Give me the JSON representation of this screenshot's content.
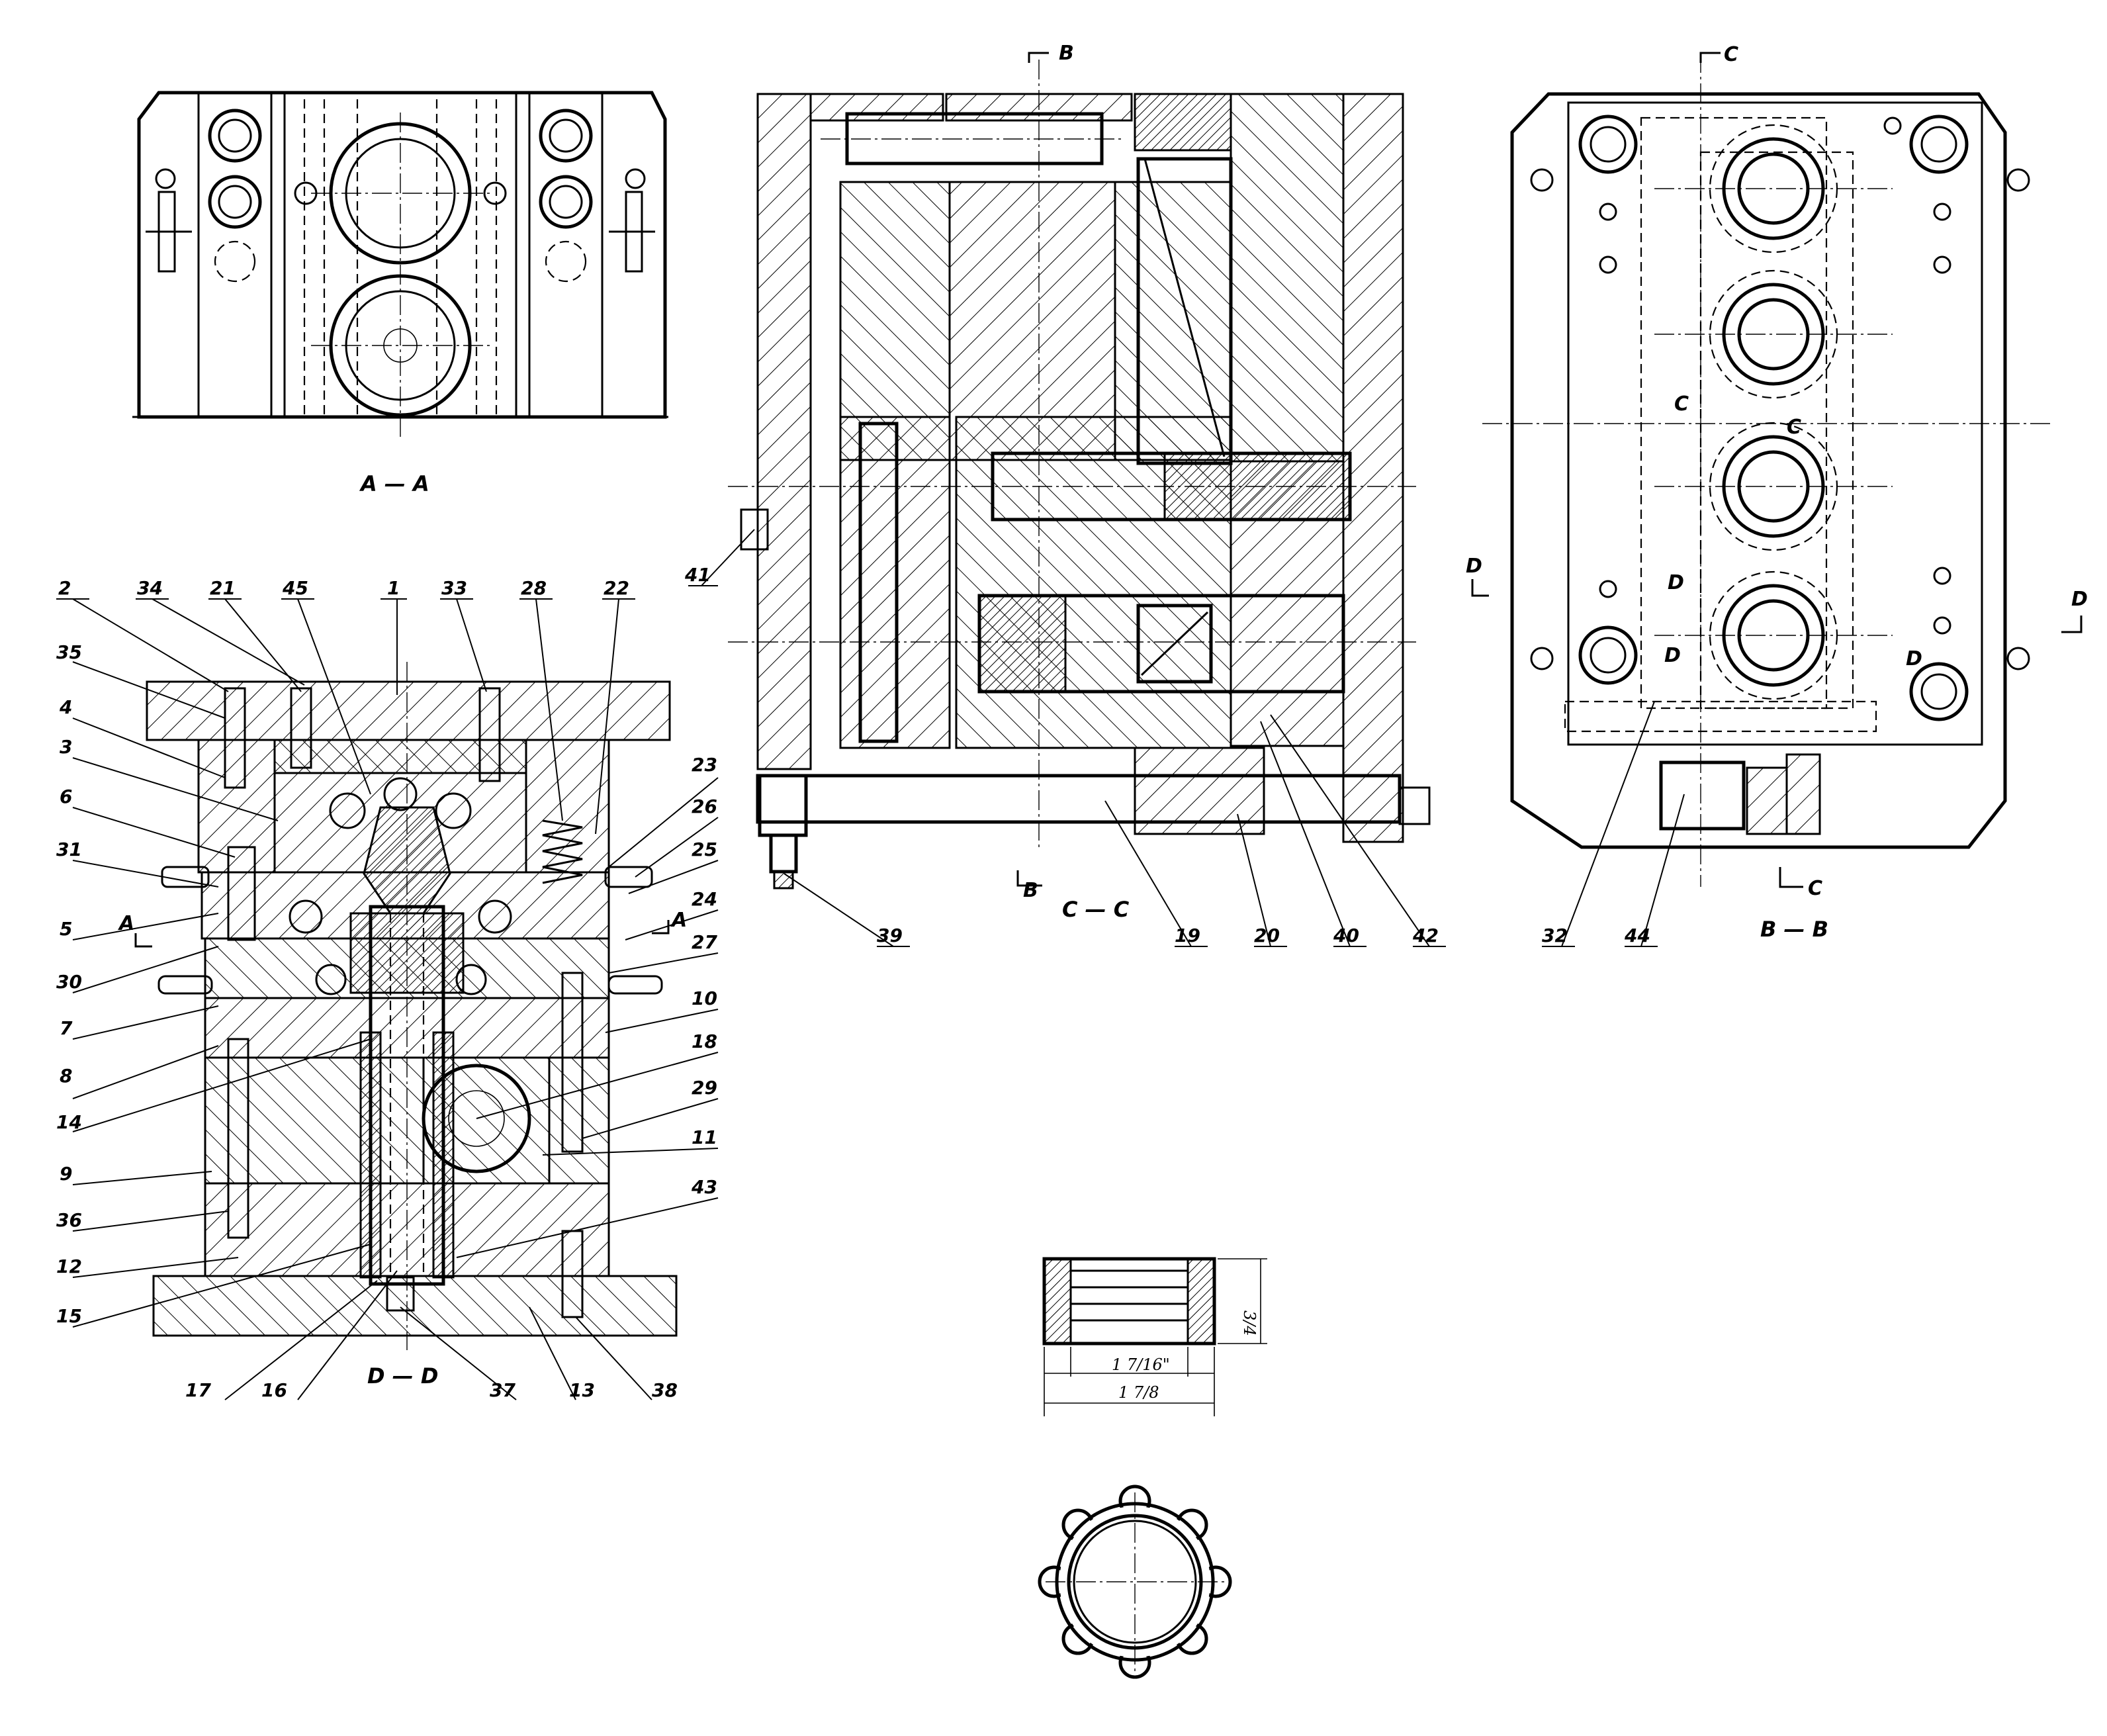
{
  "views": {
    "aa": "A — A",
    "dd": "D — D",
    "cc": "C — C",
    "bb": "B — B"
  },
  "callouts_dd": [
    {
      "n": "2"
    },
    {
      "n": "34"
    },
    {
      "n": "21"
    },
    {
      "n": "45"
    },
    {
      "n": "1"
    },
    {
      "n": "33"
    },
    {
      "n": "28"
    },
    {
      "n": "22"
    },
    {
      "n": "35"
    },
    {
      "n": "4"
    },
    {
      "n": "3"
    },
    {
      "n": "6"
    },
    {
      "n": "31"
    },
    {
      "n": "5"
    },
    {
      "n": "30"
    },
    {
      "n": "7"
    },
    {
      "n": "8"
    },
    {
      "n": "14"
    },
    {
      "n": "9"
    },
    {
      "n": "36"
    },
    {
      "n": "12"
    },
    {
      "n": "15"
    },
    {
      "n": "17"
    },
    {
      "n": "16"
    },
    {
      "n": "37"
    },
    {
      "n": "13"
    },
    {
      "n": "38"
    },
    {
      "n": "23"
    },
    {
      "n": "26"
    },
    {
      "n": "25"
    },
    {
      "n": "24"
    },
    {
      "n": "27"
    },
    {
      "n": "10"
    },
    {
      "n": "18"
    },
    {
      "n": "29"
    },
    {
      "n": "11"
    },
    {
      "n": "43"
    }
  ],
  "callouts_cc": [
    {
      "n": "41"
    },
    {
      "n": "39"
    },
    {
      "n": "19"
    },
    {
      "n": "20"
    },
    {
      "n": "40"
    },
    {
      "n": "42"
    }
  ],
  "callouts_bb": [
    {
      "n": "32"
    },
    {
      "n": "44"
    }
  ],
  "section_marks": {
    "a": "A",
    "b": "B",
    "c": "C",
    "d": "D"
  },
  "part_dims": {
    "height": "3/4",
    "inner": "1 7/16\"",
    "outer": "1 7/8"
  }
}
